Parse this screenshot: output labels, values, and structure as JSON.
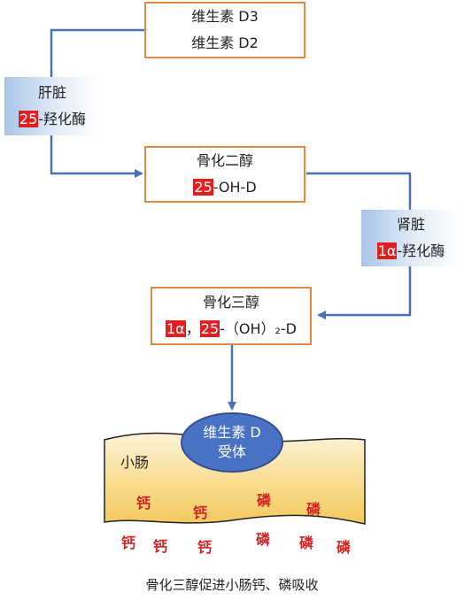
{
  "vitamin_d": {
    "line1": "维生素 D3",
    "line2": "维生素 D2"
  },
  "liver": {
    "name": "肝脏",
    "enzyme_hl": "25",
    "enzyme_rest": "-羟化酶"
  },
  "calcidiol": {
    "name": "骨化二醇",
    "formula_hl": "25",
    "formula_rest": "-OH-D"
  },
  "kidney": {
    "name": "肾脏",
    "enzyme_hl": "1α",
    "enzyme_rest": "-羟化酶"
  },
  "calcitriol": {
    "name": "骨化三醇",
    "part1_hl": "1α",
    "sep": "，",
    "part2_hl": "25",
    "part3": "-（OH）₂-D"
  },
  "receptor": {
    "line1": "维生素 D",
    "line2": "受体"
  },
  "intestine": {
    "label": "小肠"
  },
  "minerals": {
    "inside": [
      "钙",
      "钙",
      "磷",
      "磷"
    ],
    "below": [
      "钙",
      "钙",
      "钙",
      "磷",
      "磷",
      "磷"
    ]
  },
  "caption": "骨化三醇促进小肠钙、磷吸收",
  "colors": {
    "accent_red": "#e21e1e",
    "arrow_blue": "#4a72b0",
    "box_border": "#e08b45",
    "intestine_fill": "#f6d37f"
  }
}
